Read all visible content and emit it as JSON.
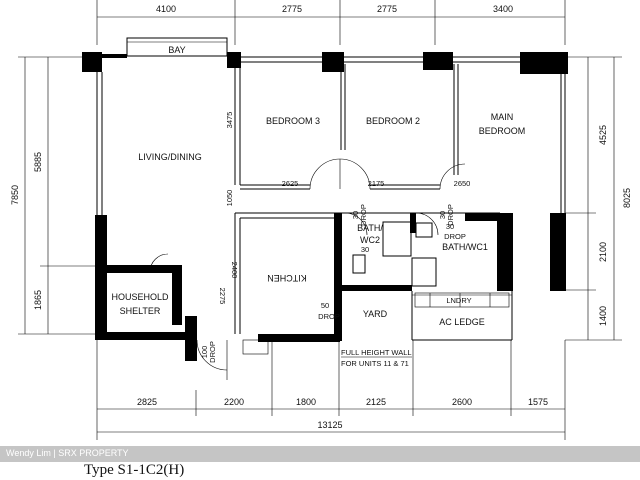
{
  "top_dims": [
    "4100",
    "2775",
    "2775",
    "3400"
  ],
  "bottom_dims": [
    "2825",
    "2200",
    "1800",
    "2125",
    "2600",
    "1575"
  ],
  "total_width": "13125",
  "left_dims": {
    "overall": "7850",
    "upper": "5885",
    "lower": "1865"
  },
  "right_dims": {
    "overall": "8025",
    "d1": "4525",
    "d2": "2100",
    "d3": "1400"
  },
  "inner_dims": {
    "bedroom3_depth": "3475",
    "corridor": "1050",
    "bed3_width": "2625",
    "bed2_width": "2175",
    "bath_width": "2650",
    "kitchen_depth": "2400",
    "kitchen_side": "2275"
  },
  "rooms": {
    "bay": "BAY",
    "living": "LIVING/DINING",
    "bedroom3": "BEDROOM 3",
    "bedroom2": "BEDROOM 2",
    "main_bedroom_1": "MAIN",
    "main_bedroom_2": "BEDROOM",
    "kitchen": "KITCHEN",
    "shelter_1": "HOUSEHOLD",
    "shelter_2": "SHELTER",
    "bath2_1": "BATH/",
    "bath2_2": "WC2",
    "bath1": "BATH/WC1",
    "yard": "YARD",
    "ac_ledge": "AC LEDGE",
    "lndry": "LNDRY"
  },
  "drops": {
    "d1_num": "30",
    "d1_txt": "DROP",
    "d2_num": "30",
    "d2_txt": "DROP",
    "d3_num": "30",
    "d4_num": "30",
    "d4_txt": "DROP",
    "d5_num": "50",
    "d5_txt": "DROP",
    "d6_num": "100",
    "d6_txt": "DROP"
  },
  "note": {
    "line1": "FULL HEIGHT WALL",
    "line2": "FOR UNITS 11 & 71"
  },
  "credit": "Wendy Lim | SRX PROPERTY",
  "type_title": "Type S1-1C2(H)"
}
